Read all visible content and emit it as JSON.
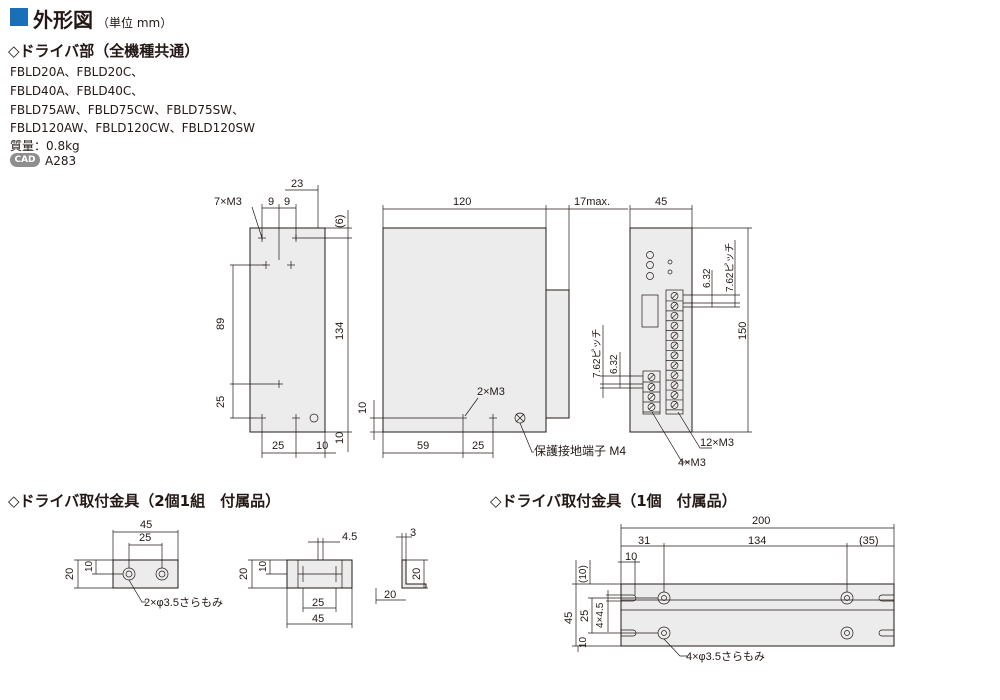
{
  "header": {
    "title": "外形図",
    "unit": "（単位 mm）"
  },
  "driver": {
    "heading": "◇ドライバ部（全機種共通）",
    "models": [
      "FBLD20A、FBLD20C、",
      "FBLD40A、FBLD40C、",
      "FBLD75AW、FBLD75CW、FBLD75SW、",
      "FBLD120AW、FBLD120CW、FBLD120SW"
    ],
    "mass": "質量：0.8kg",
    "cad_badge": "CAD",
    "cad_code": "A283"
  },
  "front_view": {
    "dims": {
      "w23": "23",
      "w9a": "9",
      "w9b": "9",
      "m3": "7×M3",
      "d6": "(6)",
      "d89": "89",
      "d134": "134",
      "d25v": "25",
      "d25h": "25",
      "d10h": "10",
      "d10v": "10"
    }
  },
  "side_view": {
    "dims": {
      "w120": "120",
      "w17": "17max.",
      "d10": "10",
      "d59": "59",
      "d25": "25",
      "m3": "2×M3",
      "ground": "保護接地端子 M4"
    }
  },
  "right_view": {
    "dims": {
      "w45": "45",
      "h150": "150",
      "p762a": "7.62ピッチ",
      "p632a": "6.32",
      "p762b": "7.62ピッチ",
      "p632b": "6.32",
      "m12": "12×M3",
      "m4": "4×M3"
    }
  },
  "bracket2": {
    "heading": "◇ドライバ取付金具（2個1組　付属品）",
    "dims": {
      "w45": "45",
      "w25": "25",
      "h20": "20",
      "h10": "10",
      "holes": "2×φ3.5さらもみ",
      "w45b": "4.5",
      "h20b": "20",
      "h10b": "10",
      "w25b": "25",
      "w45c": "45",
      "t3": "3",
      "h20c": "20",
      "w20": "20"
    }
  },
  "bracket1": {
    "heading": "◇ドライバ取付金具（1個　付属品）",
    "dims": {
      "w200": "200",
      "w31": "31",
      "w134": "134",
      "w35": "(35)",
      "w10": "10",
      "h10t": "(10)",
      "h45": "45",
      "h25": "25",
      "h45b": "4×4.5",
      "h10b": "10",
      "holes": "4×φ3.5さらもみ"
    }
  }
}
